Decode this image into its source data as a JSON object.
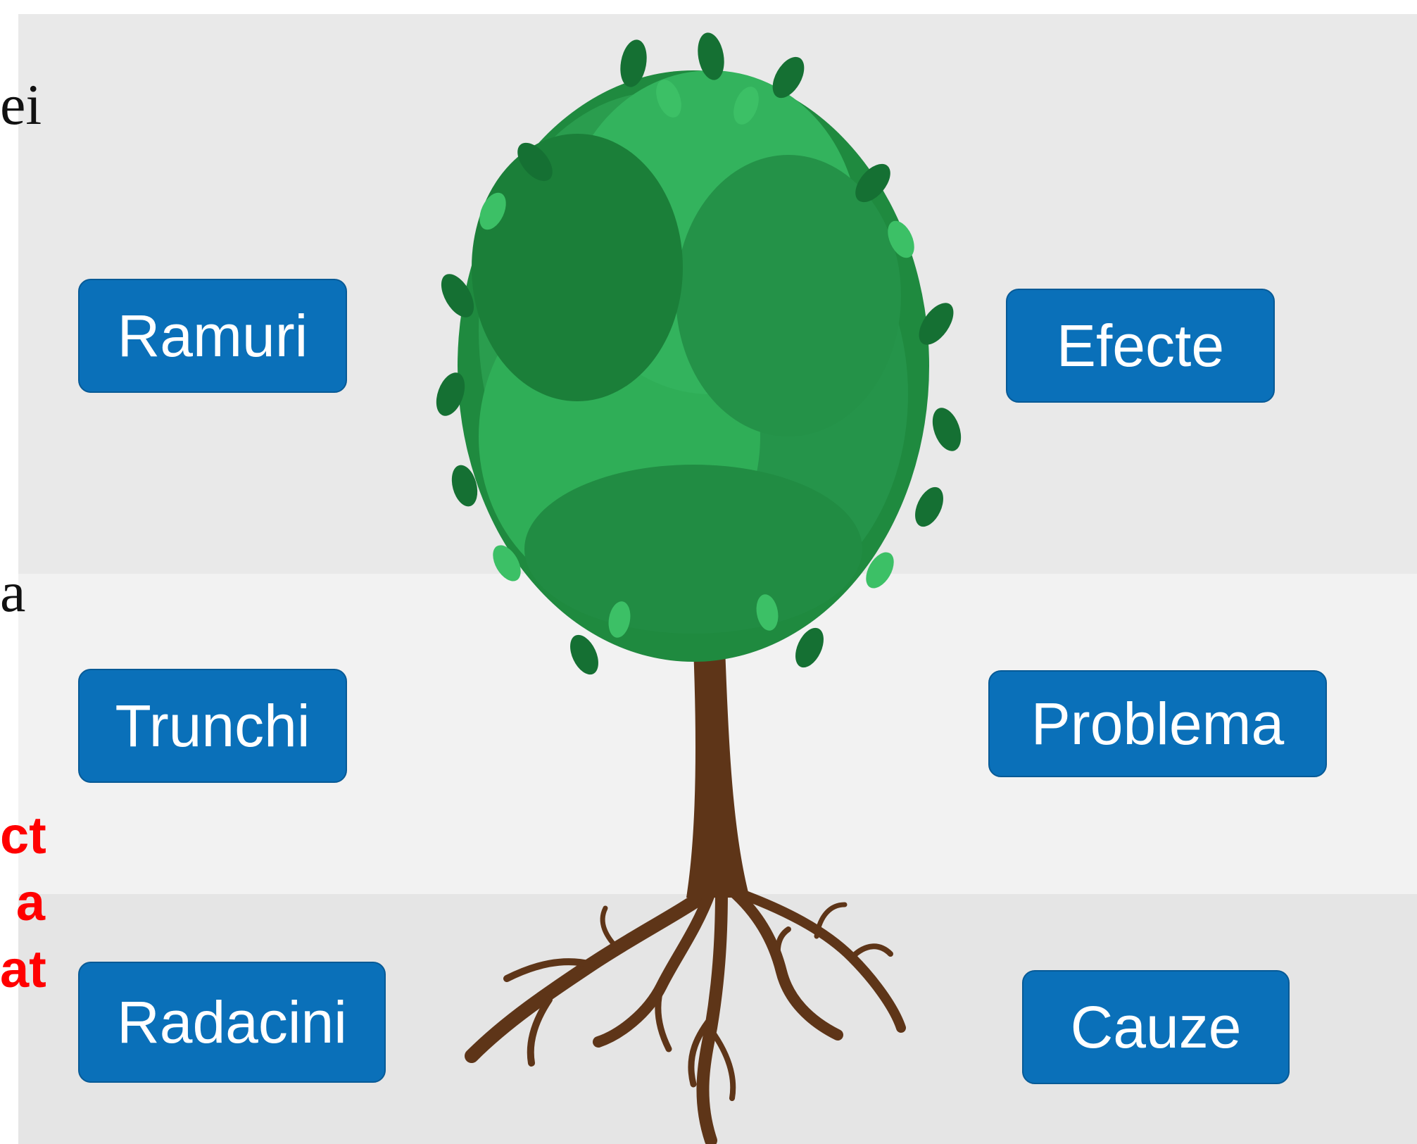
{
  "left_labels": {
    "branches": "Ramuri",
    "trunk": "Trunchi",
    "roots": "Radacini"
  },
  "right_labels": {
    "effects": "Efecte",
    "problem": "Problema",
    "causes": "Cauze"
  },
  "cut_off_text": {
    "serif_1": "ei",
    "serif_2": "a",
    "red_1": "ct",
    "red_2": "a",
    "red_3": "at"
  },
  "colors": {
    "box_fill": "#0a70b9",
    "box_text": "#ffffff",
    "red_text": "#ff0000",
    "leaf_dark": "#1f8a3f",
    "leaf_light": "#2fae57",
    "trunk": "#5e3518"
  },
  "illustration": "tree-with-roots"
}
